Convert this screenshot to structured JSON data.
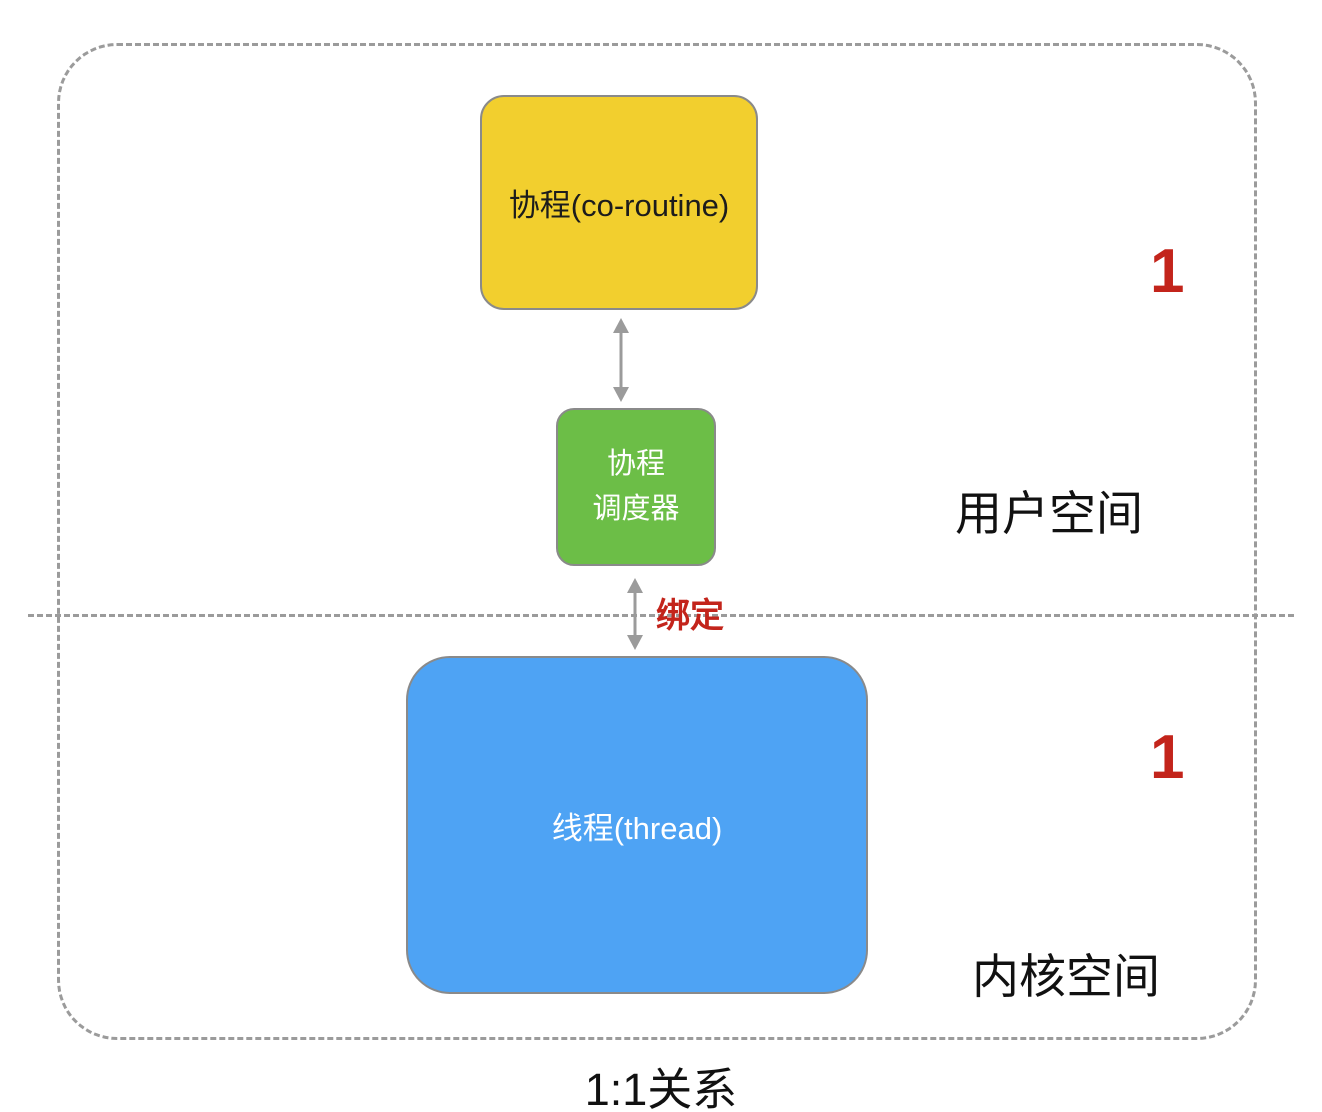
{
  "diagram": {
    "caption": "1:1关系",
    "regions": {
      "user_space": {
        "label": "用户空间",
        "count": "1"
      },
      "kernel_space": {
        "label": "内核空间",
        "count": "1"
      }
    },
    "nodes": {
      "coroutine": {
        "label": "协程(co-routine)",
        "color": "#f2cf2e"
      },
      "scheduler": {
        "line1": "协程",
        "line2": "调度器",
        "color": "#6cbe47"
      },
      "thread": {
        "label": "线程(thread)",
        "color": "#4ea3f4"
      }
    },
    "edges": {
      "bind_label": "绑定"
    },
    "colors": {
      "accent_red": "#c3241b",
      "dashed_line_gray": "#9b9b9b",
      "node_border_gray": "#8a8a8a"
    }
  }
}
